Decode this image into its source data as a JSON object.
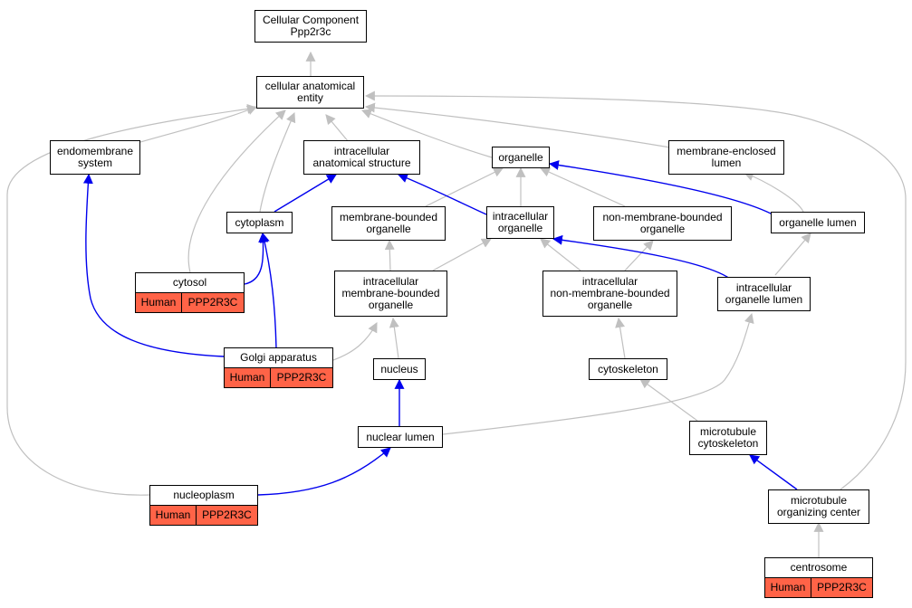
{
  "colors": {
    "edge_gray": "#c0c0c0",
    "edge_blue": "#0000ee",
    "annotation_fill": "#ff6347",
    "node_border": "#000000"
  },
  "nodes": {
    "root": {
      "line1": "Cellular Component",
      "line2": "Ppp2r3c"
    },
    "cae": {
      "line1": "cellular anatomical",
      "line2": "entity"
    },
    "endomembrane": {
      "line1": "endomembrane",
      "line2": "system"
    },
    "ias": {
      "line1": "intracellular",
      "line2": "anatomical structure"
    },
    "organelle": {
      "line1": "organelle"
    },
    "mel": {
      "line1": "membrane-enclosed",
      "line2": "lumen"
    },
    "cytoplasm": {
      "line1": "cytoplasm"
    },
    "mbo": {
      "line1": "membrane-bounded",
      "line2": "organelle"
    },
    "io": {
      "line1": "intracellular",
      "line2": "organelle"
    },
    "nmbo": {
      "line1": "non-membrane-bounded",
      "line2": "organelle"
    },
    "olumen": {
      "line1": "organelle lumen"
    },
    "imbo": {
      "line1": "intracellular",
      "line2": "membrane-bounded",
      "line3": "organelle"
    },
    "inmbo": {
      "line1": "intracellular",
      "line2": "non-membrane-bounded",
      "line3": "organelle"
    },
    "iol": {
      "line1": "intracellular",
      "line2": "organelle lumen"
    },
    "nucleus": {
      "line1": "nucleus"
    },
    "cytoskeleton": {
      "line1": "cytoskeleton"
    },
    "nuclear_lumen": {
      "line1": "nuclear lumen"
    },
    "mt_cytoskeleton": {
      "line1": "microtubule",
      "line2": "cytoskeleton"
    },
    "mtoc": {
      "line1": "microtubule",
      "line2": "organizing center"
    }
  },
  "annotated": {
    "cytosol": {
      "title": "cytosol",
      "species": "Human",
      "gene": "PPP2R3C"
    },
    "golgi": {
      "title": "Golgi apparatus",
      "species": "Human",
      "gene": "PPP2R3C"
    },
    "nucleoplasm": {
      "title": "nucleoplasm",
      "species": "Human",
      "gene": "PPP2R3C"
    },
    "centrosome": {
      "title": "centrosome",
      "species": "Human",
      "gene": "PPP2R3C"
    }
  }
}
